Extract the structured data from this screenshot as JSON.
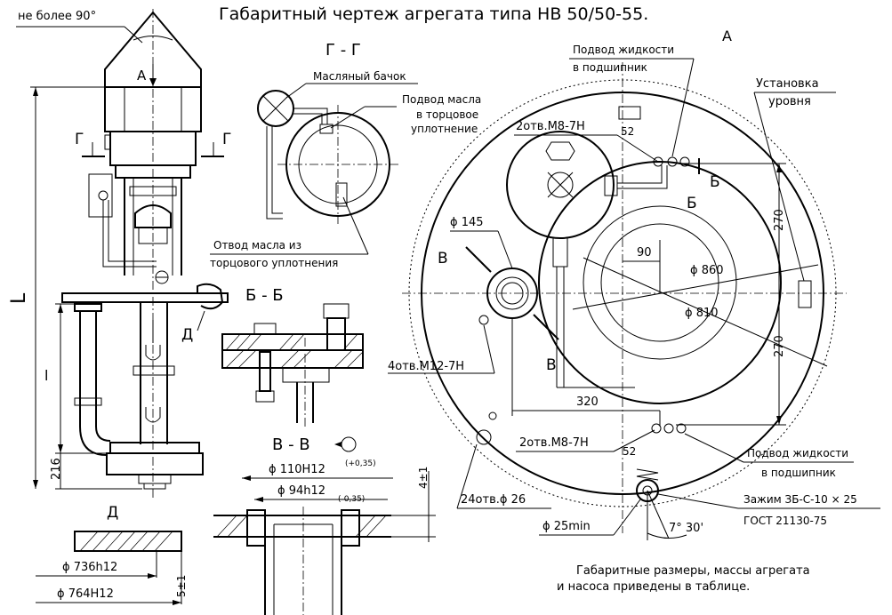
{
  "title": "Габаритный чертеж агрегата типа НВ 50/50-55.",
  "labels": {
    "angle_note": "не более 90°",
    "view_a": "А",
    "view_a_right": "А",
    "g_left": "Г",
    "g_right": "Г",
    "length_L": "L",
    "length_l": "l",
    "dim_216": "216",
    "d_marker": "Д",
    "d_section": "Д",
    "d736": "ϕ 736h12",
    "d764": "ϕ 764H12",
    "d5": "5±1",
    "gg_title": "Г - Г",
    "oil_tank": "Масляный бачок",
    "oil_supply_1": "Подвод масла",
    "oil_supply_2": "в  торцовое",
    "oil_supply_3": "уплотнение",
    "oil_drain_1": "Отвод масла из",
    "oil_drain_2": "торцового уплотнения",
    "bb_title": "Б - Б",
    "vv_title": "В - В",
    "d110": "ϕ 110Н12",
    "d110_tol": "(+0,35)",
    "d94": "ϕ 94h12",
    "d94_tol": "(-0,35)",
    "dim_4": "4±1",
    "liquid_top_1": "Подвод жидкости",
    "liquid_top_2": "в  подшипник",
    "level_1": "Установка",
    "level_2": "уровня",
    "holes_top": "2отв.М8-7Н",
    "dim_52_top": "52",
    "b_top": "Б",
    "b_bottom": "Б",
    "d145": "ϕ 145",
    "v_top": "В",
    "v_bottom": "В",
    "dim_90": "90",
    "d860": "ϕ 860",
    "d810": "ϕ 810",
    "dim_270_top": "270",
    "dim_270_bottom": "270",
    "holes_m12": "4отв.М12-7Н",
    "dim_320": "320",
    "holes_bottom": "2отв.М8-7Н",
    "dim_52_bottom": "52",
    "liquid_bottom_1": "Подвод  жидкости",
    "liquid_bottom_2": "в  подшипник",
    "holes_26": "24отв.ϕ 26",
    "clamp": "Зажим ЗБ-С-10 × 25",
    "gost": "ГОСТ 21130-75",
    "d25": "ϕ 25min",
    "angle_730": "7° 30'",
    "note_1": "Габаритные размеры, массы  агрегата",
    "note_2": "и  насоса  приведены  в  таблице."
  }
}
